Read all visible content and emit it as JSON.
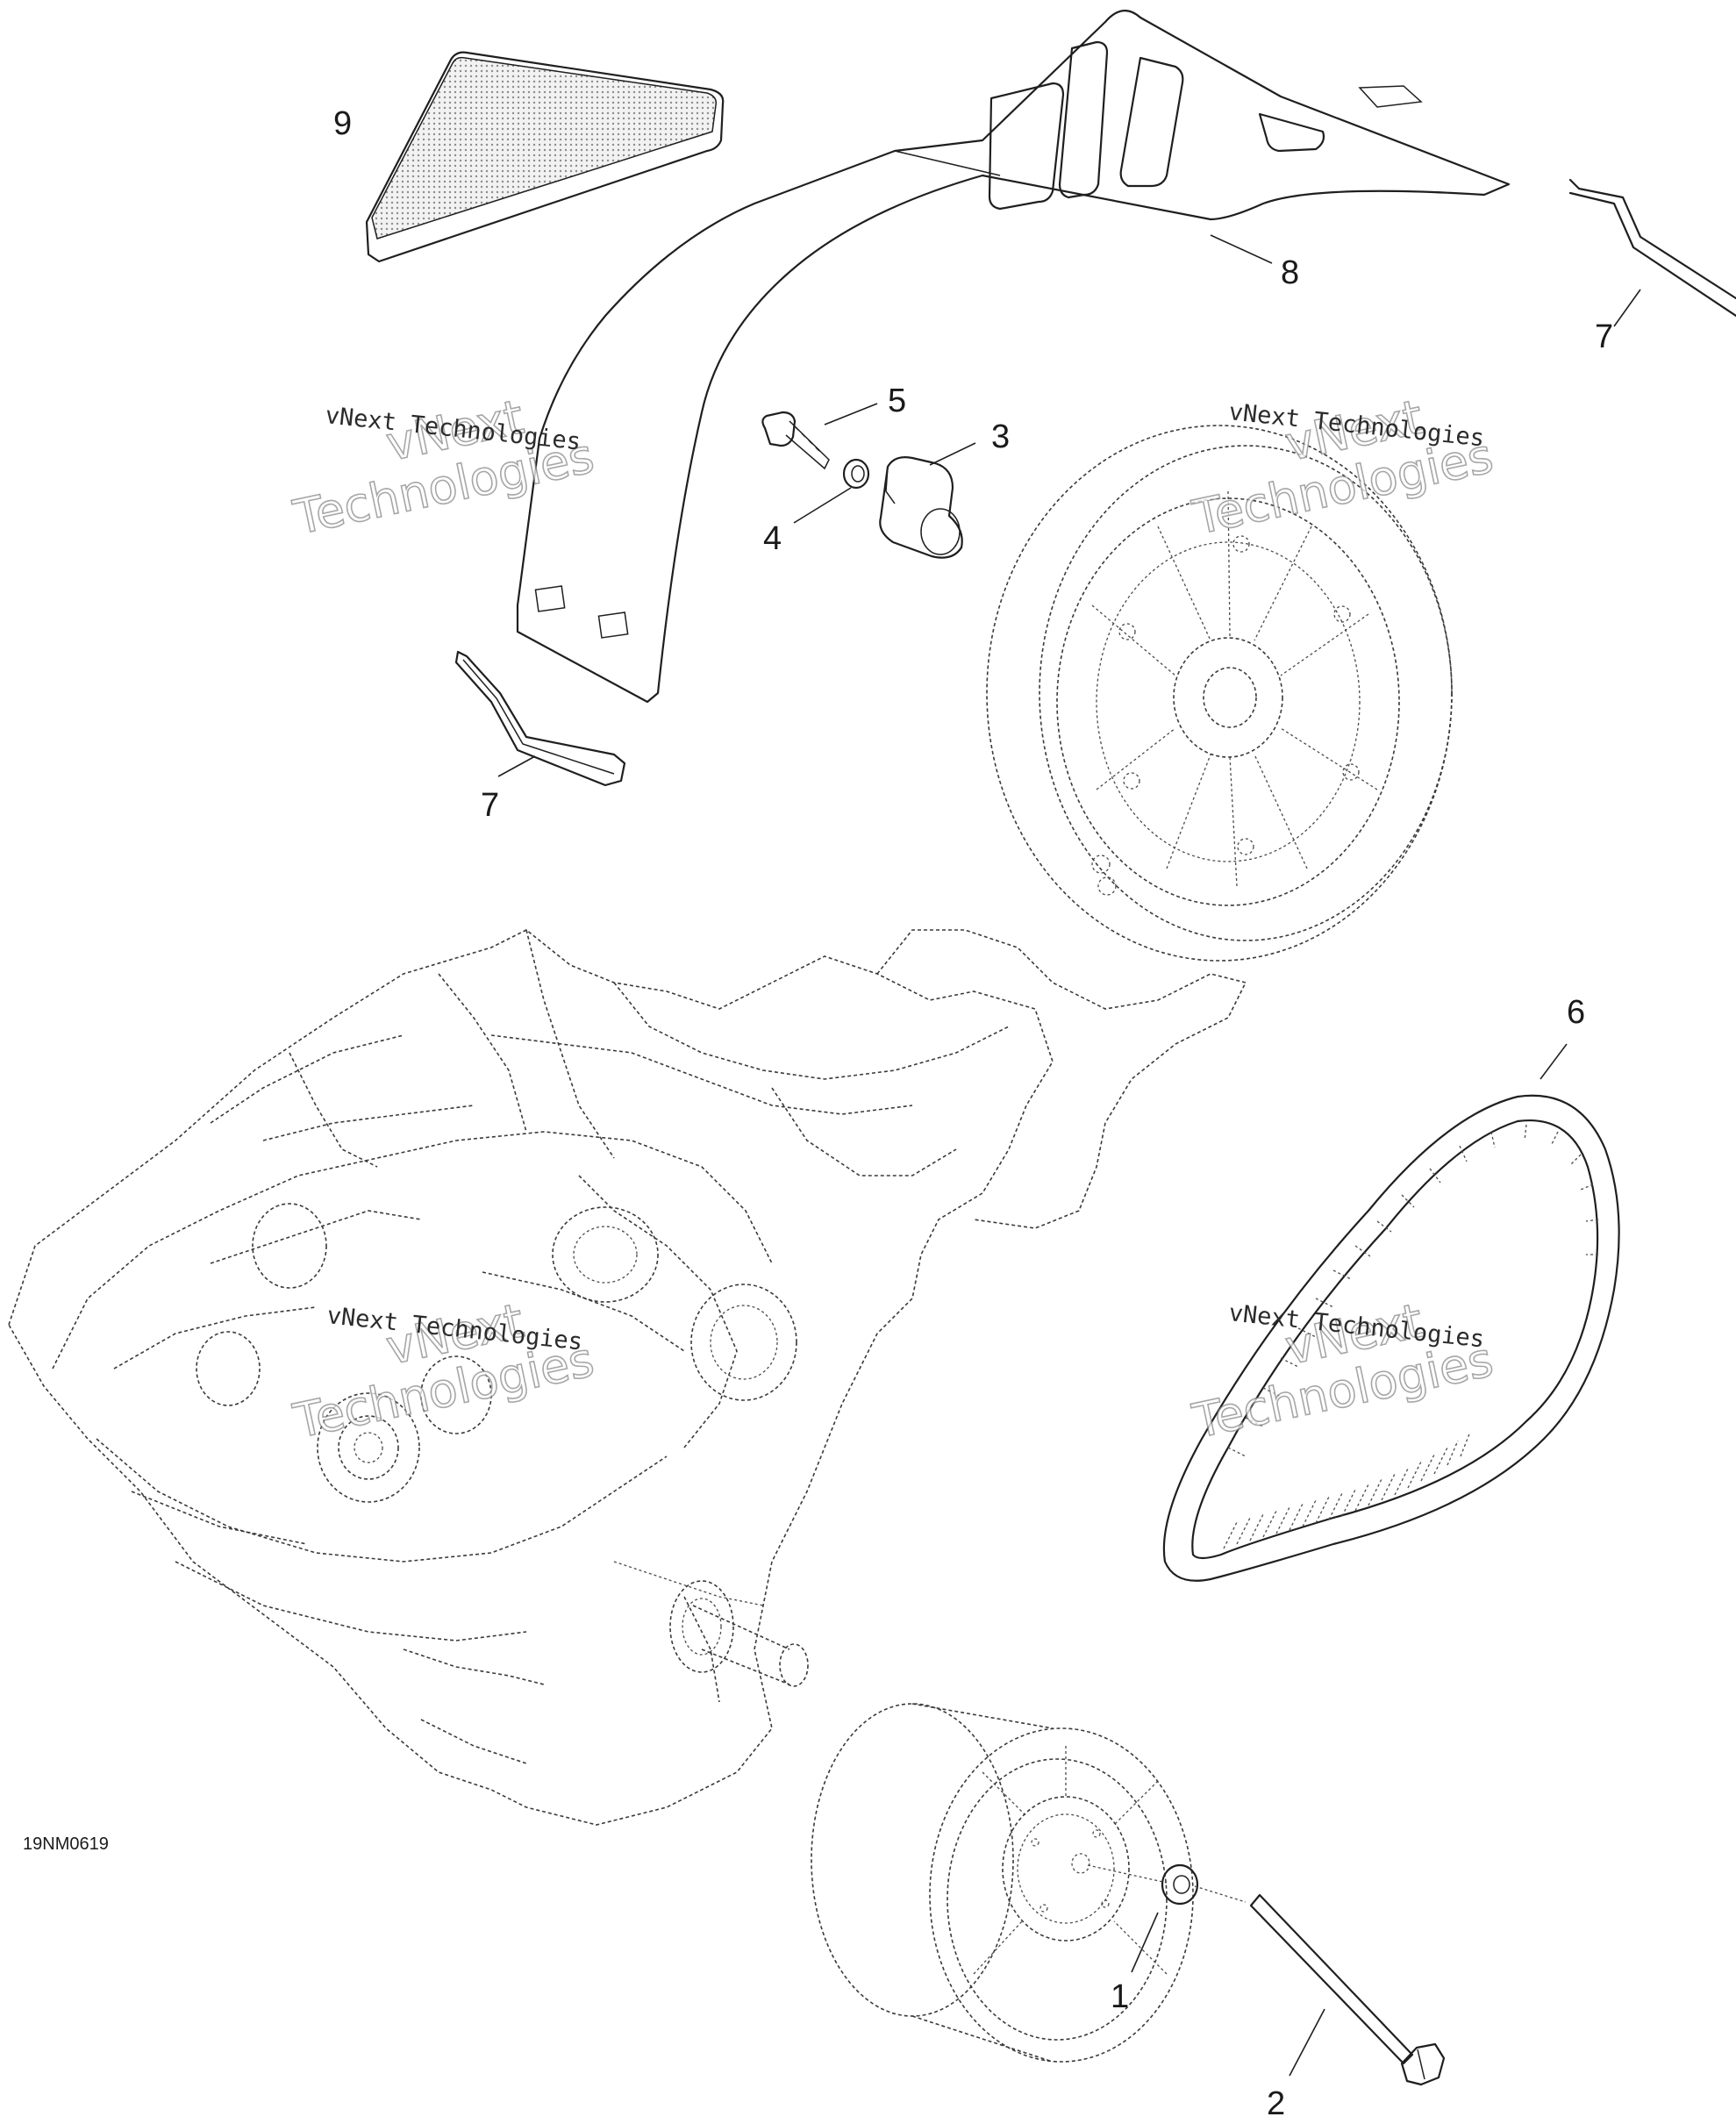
{
  "figure_code": "19NM0619",
  "callouts": {
    "c1": "1",
    "c2": "2",
    "c3": "3",
    "c4": "4",
    "c5": "5",
    "c6": "6",
    "c7a": "7",
    "c7b": "7",
    "c8": "8",
    "c9": "9"
  },
  "watermarks": {
    "line1": "vNext Technologies",
    "big_top": "vNext",
    "big_bottom": "Technologies"
  }
}
